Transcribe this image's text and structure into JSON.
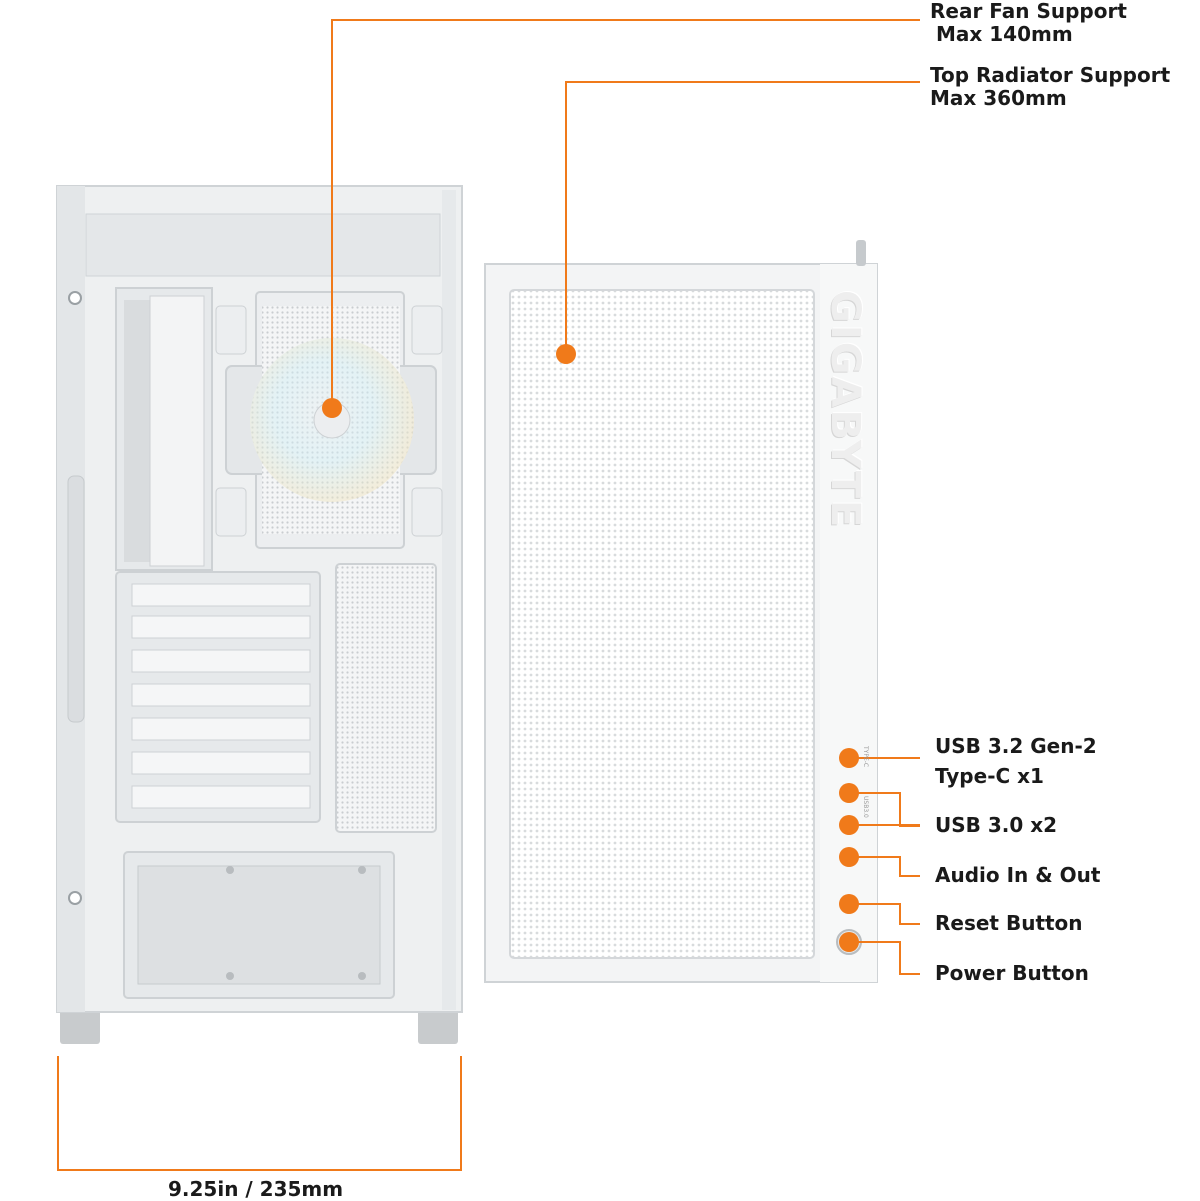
{
  "callouts": {
    "rear_fan": {
      "line1": "Rear Fan Support",
      "line2": "Max 140mm"
    },
    "top_radiator": {
      "line1": "Top Radiator Support",
      "line2": "Max 360mm"
    },
    "usb_c": {
      "line1": "USB 3.2 Gen-2",
      "line2": "Type-C x1"
    },
    "usb_30": "USB 3.0 x2",
    "audio": "Audio In & Out",
    "reset": "Reset Button",
    "power": "Power Button"
  },
  "dimension": {
    "width_label": "9.25in / 235mm"
  },
  "brand": {
    "logo_text": "GIGABYTE"
  },
  "port_labels": {
    "type_c": "TYPE-C",
    "usb": "USB3.0"
  },
  "colors": {
    "accent": "#f07a1a",
    "case_body": "#eef0f1",
    "case_shade": "#d9dcde"
  }
}
